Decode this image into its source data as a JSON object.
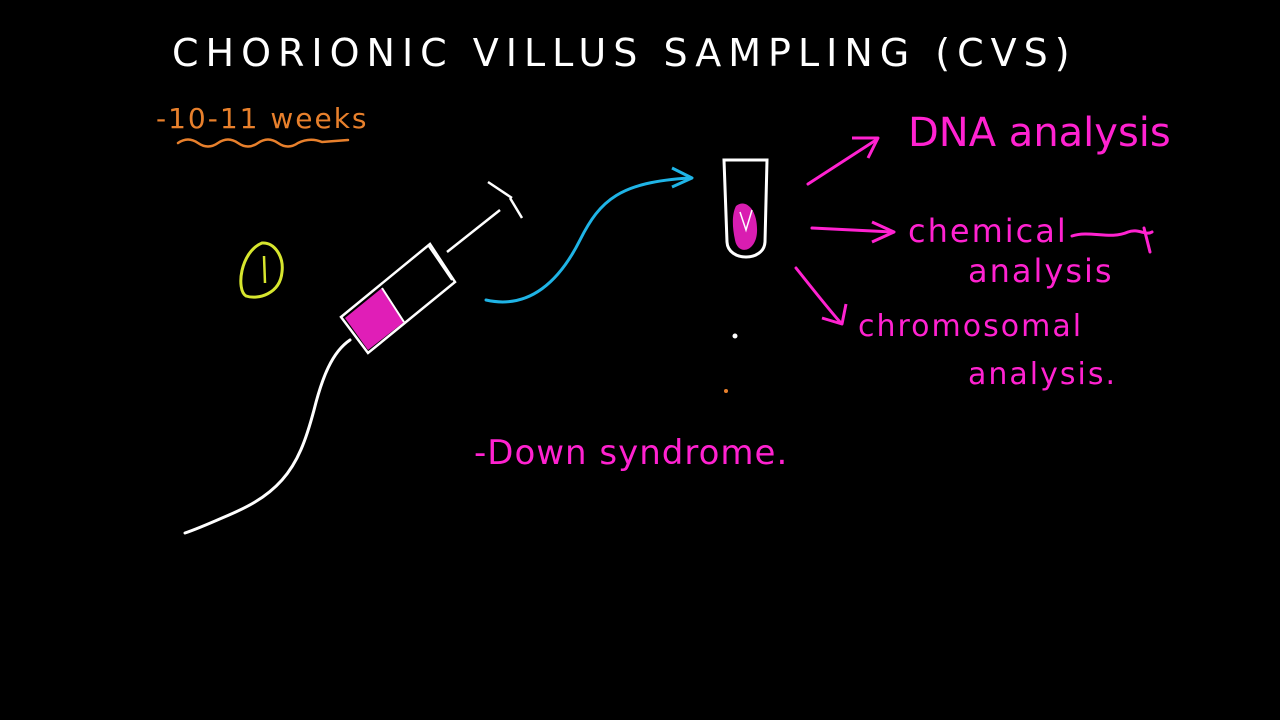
{
  "title": "CHORIONIC VILLUS SAMPLING (CVS)",
  "timing": "-10-11 weeks",
  "outputs": {
    "dna": "DNA analysis",
    "chemical_line1": "chemical",
    "chemical_line2": "analysis",
    "chromosomal_line1": "chromosomal",
    "chromosomal_line2": "analysis."
  },
  "note": "-Down syndrome.",
  "colors": {
    "background": "#000000",
    "chalk": "#ffffff",
    "orange": "#e8802c",
    "magenta": "#ff22d0",
    "cyan": "#1fb4e6",
    "yellow": "#d7e62e"
  },
  "icons": {
    "syringe": "syringe-icon",
    "test_tube": "test-tube-icon",
    "oval": "oval-icon"
  }
}
